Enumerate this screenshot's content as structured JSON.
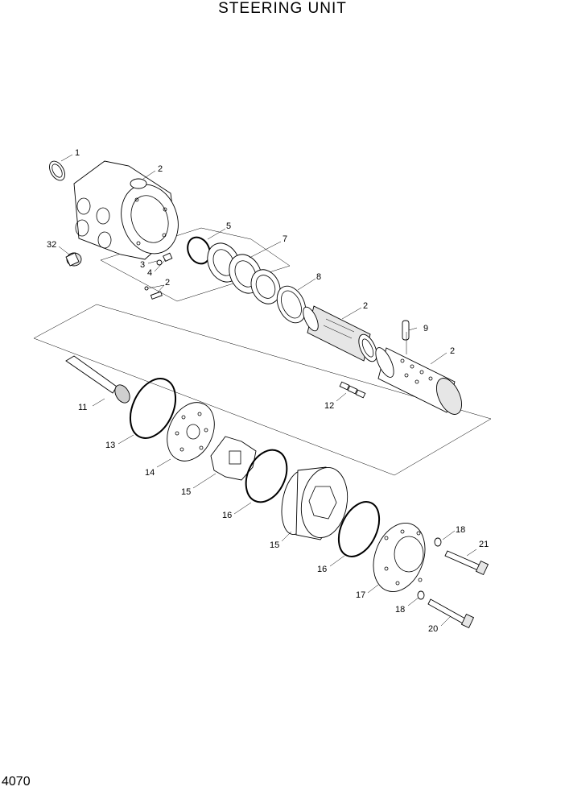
{
  "title": "STEERING UNIT",
  "page_number": "4070",
  "callouts": [
    "1",
    "2",
    "32",
    "3",
    "4",
    "2",
    "5",
    "7",
    "8",
    "2",
    "9",
    "2",
    "12",
    "11",
    "13",
    "14",
    "15",
    "16",
    "15",
    "16",
    "17",
    "18",
    "21",
    "18",
    "20"
  ]
}
